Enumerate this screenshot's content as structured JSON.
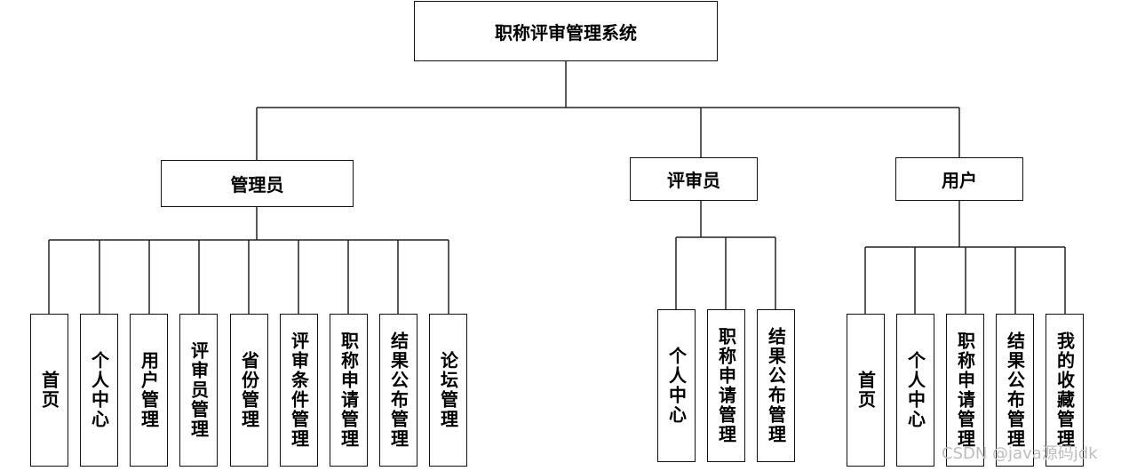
{
  "root": "职称评审管理系统",
  "groups": [
    {
      "name": "管理员",
      "children": [
        "首页",
        "个人中心",
        "用户管理",
        "评审员管理",
        "省份管理",
        "评审条件管理",
        "职称申请管理",
        "结果公布管理",
        "论坛管理"
      ]
    },
    {
      "name": "评审员",
      "children": [
        "个人中心",
        "职称申请管理",
        "结果公布管理"
      ]
    },
    {
      "name": "用户",
      "children": [
        "首页",
        "个人中心",
        "职称申请管理",
        "结果公布管理",
        "我的收藏管理"
      ]
    }
  ],
  "watermark": "CSDN @java源码jdk"
}
